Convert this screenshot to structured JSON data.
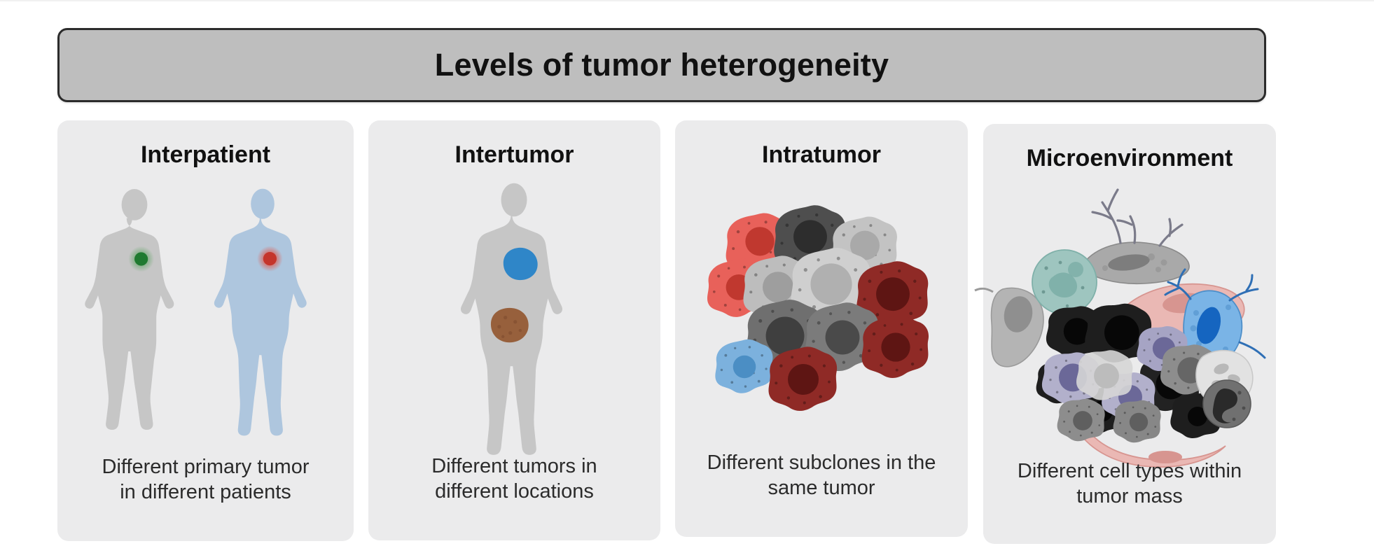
{
  "figure": {
    "title": "Levels of tumor heterogeneity",
    "background_color": "#ffffff",
    "banner_color": "#bebebe",
    "banner_border_color": "#2b2b2b",
    "card_color": "#ebebec"
  },
  "panels": [
    {
      "id": "interpatient",
      "title": "Interpatient",
      "caption": "Different primary tumor\nin different patients",
      "artwork": {
        "kind": "two-human-silhouettes",
        "bodies": [
          {
            "sex": "male",
            "body_color": "#c6c6c6",
            "tumor_color": "#1f7a30",
            "tumor_halo": "#6aa86f",
            "tumor_site": "chest"
          },
          {
            "sex": "female",
            "body_color": "#aec6de",
            "tumor_color": "#c4352c",
            "tumor_halo": "#e06a5e",
            "tumor_site": "chest"
          }
        ]
      }
    },
    {
      "id": "intertumor",
      "title": "Intertumor",
      "caption": "Different  tumors in\ndifferent locations",
      "artwork": {
        "kind": "one-human-silhouette",
        "bodies": [
          {
            "sex": "female",
            "body_color": "#c6c6c6"
          }
        ],
        "tumors": [
          {
            "color": "#2f86c8",
            "site": "chest"
          },
          {
            "color": "#97603c",
            "site": "pelvis"
          }
        ]
      }
    },
    {
      "id": "intratumor",
      "title": "Intratumor",
      "caption": "Different subclones in the\nsame tumor",
      "artwork": {
        "kind": "subclone-cell-cluster",
        "clones": [
          {
            "label": "salmon-clone",
            "body_color": "#e8615a",
            "nucleus_color": "#c0382f"
          },
          {
            "label": "dark-gray-clone",
            "body_color": "#4e4e4e",
            "nucleus_color": "#2d2d2d"
          },
          {
            "label": "light-gray-clone",
            "body_color": "#c3c3c3",
            "nucleus_color": "#a3a3a3"
          },
          {
            "label": "maroon-clone",
            "body_color": "#8f2a26",
            "nucleus_color": "#5e1513"
          },
          {
            "label": "mid-gray-clone",
            "body_color": "#7b7b7b",
            "nucleus_color": "#4a4a4a"
          },
          {
            "label": "blue-clone",
            "body_color": "#7cb1dd",
            "nucleus_color": "#4b8ec4"
          }
        ]
      }
    },
    {
      "id": "microenvironment",
      "title": "Microenvironment",
      "caption": "Different cell types within\ntumor mass",
      "artwork": {
        "kind": "tumor-microenvironment",
        "cell_types": [
          {
            "label": "tumor-cell",
            "body_color": "#1e1e1e",
            "nucleus_color": "#0b0b0b"
          },
          {
            "label": "lymphocyte",
            "body_color": "#a6a4c4",
            "nucleus_color": "#6b6898"
          },
          {
            "label": "macrophage",
            "body_color": "#9ec5bf",
            "nucleus_color": "#7aada6"
          },
          {
            "label": "fibroblast",
            "body_color": "#b4b4b4",
            "nucleus_color": "#8f8f8f"
          },
          {
            "label": "dendritic-cell",
            "body_color": "#a9a9a9",
            "nucleus_color": "#7d7d7d"
          },
          {
            "label": "endothelial-vessel",
            "body_color": "#eab8b4",
            "nucleus_color": "#d79590"
          },
          {
            "label": "neuron-blue-cell",
            "body_color": "#7ab4e6",
            "nucleus_color": "#1565c0"
          },
          {
            "label": "neutrophil",
            "body_color": "#707070",
            "nucleus_color": "#2a2a2a"
          },
          {
            "label": "gray-stromal-cell",
            "body_color": "#8d8d8d",
            "nucleus_color": "#666666"
          }
        ]
      }
    }
  ]
}
